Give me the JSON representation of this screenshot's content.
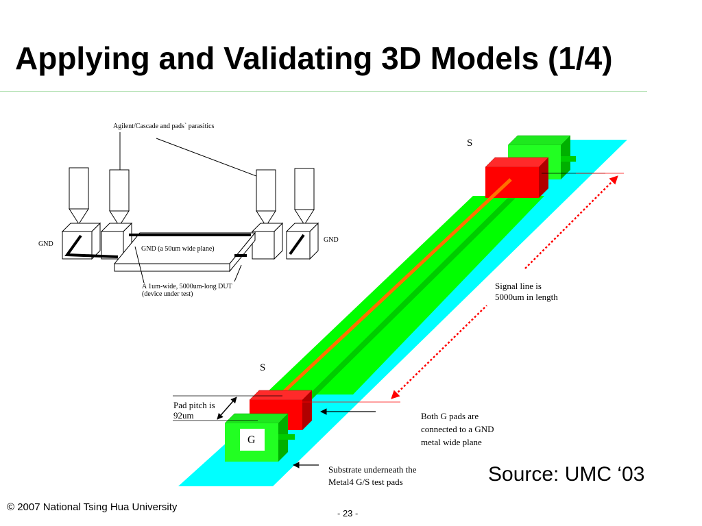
{
  "slide": {
    "title": "Applying and Validating 3D Models (1/4)",
    "source": "Source: UMC ‘03",
    "footer_left": "© 2007 National Tsing Hua University",
    "page_number": "- 23 -"
  },
  "left_diagram": {
    "parasitics_label": "Agilent/Cascade and pads` parasitics",
    "gnd_left": "GND",
    "gnd_right": "GND",
    "gnd_plane_label": "GND (a 50um wide plane)",
    "dut_line1": "A 1um-wide, 5000um-long DUT",
    "dut_line2": "(device under test)"
  },
  "right_diagram": {
    "s_top": "S",
    "s_bottom": "S",
    "g_pad": "G",
    "signal_line1": "Signal line is",
    "signal_line2": "5000um in length",
    "pad_pitch1": "Pad pitch is",
    "pad_pitch2": "92um",
    "gpads1": "Both G pads are",
    "gpads2": "connected to a GND",
    "gpads3": "metal wide plane",
    "substrate1": "Substrate underneath the",
    "substrate2": "Metal4 G/S test pads"
  },
  "colors": {
    "substrate": "#00ffff",
    "ground_plane": "#00ff00",
    "signal_pad": "#ff0000",
    "signal_line": "#ff7000",
    "title_rule": "#b9e3b9"
  }
}
